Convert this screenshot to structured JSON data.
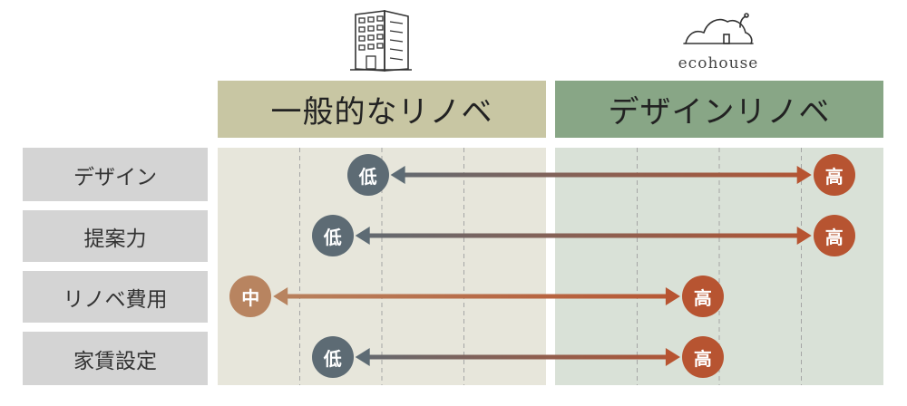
{
  "icons": {
    "left": "office-building-icon",
    "right": "ecohouse-logo-icon"
  },
  "logo": {
    "text": "ecohouse"
  },
  "columns": [
    {
      "key": "general",
      "label": "一般的なリノベ",
      "header_color": "#c8c6a3",
      "area_color": "#e7e6db"
    },
    {
      "key": "design",
      "label": "デザインリノベ",
      "header_color": "#88a686",
      "area_color": "#d9e1d7"
    }
  ],
  "rows": [
    {
      "label": "デザイン",
      "start_badge": "低",
      "start_color": "#5d6b74",
      "end_badge": "高",
      "end_color": "#b75431",
      "start_pos": 0.915,
      "end_pos": 3.7
    },
    {
      "label": "提案力",
      "start_badge": "低",
      "start_color": "#5d6b74",
      "end_badge": "高",
      "end_color": "#b75431",
      "start_pos": 0.7,
      "end_pos": 3.7
    },
    {
      "label": "リノベ費用",
      "start_badge": "中",
      "start_color": "#b88460",
      "end_badge": "高",
      "end_color": "#b75431",
      "start_pos": 0.2,
      "end_pos": 2.9
    },
    {
      "label": "家賃設定",
      "start_badge": "低",
      "start_color": "#5d6b74",
      "end_badge": "高",
      "end_color": "#b75431",
      "start_pos": 0.7,
      "end_pos": 2.9
    }
  ]
}
